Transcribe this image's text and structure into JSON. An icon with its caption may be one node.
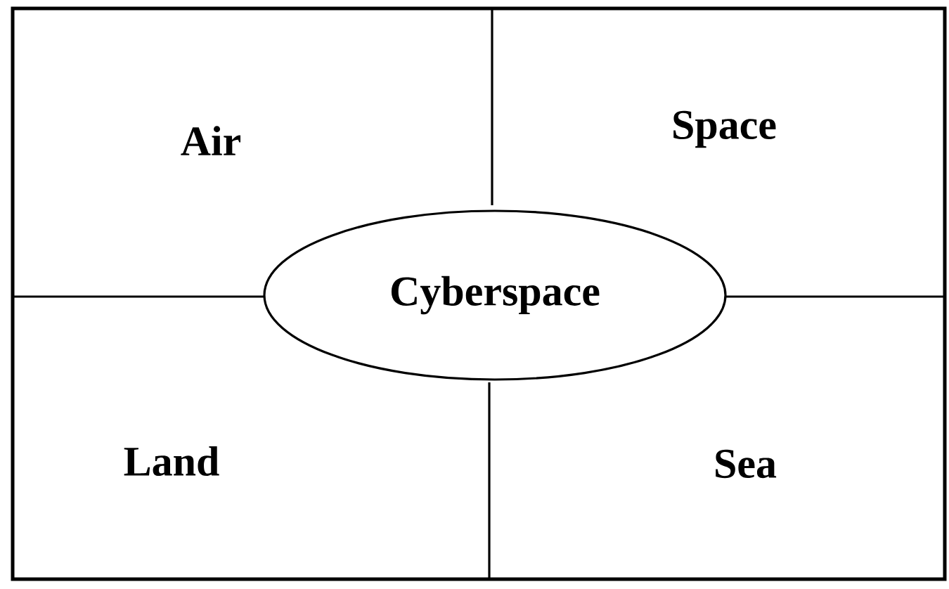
{
  "diagram": {
    "nodes": [
      {
        "text": [
          "Cyberspace"
        ]
      }
    ],
    "labels": [
      "Air",
      "Space",
      "Land",
      "Sea"
    ]
  }
}
